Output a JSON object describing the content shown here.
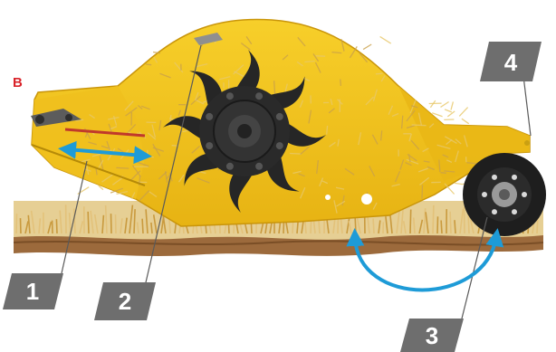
{
  "corner_label": "B",
  "callouts": [
    {
      "id": "1",
      "label": "1"
    },
    {
      "id": "2",
      "label": "2"
    },
    {
      "id": "3",
      "label": "3"
    },
    {
      "id": "4",
      "label": "4"
    }
  ],
  "colors": {
    "body_yellow": "#f2c21a",
    "body_shadow": "#d4a10a",
    "rotor_dark": "#2a2a2a",
    "wheel_dark": "#1e1e1e",
    "arrow_blue": "#1e9bd7",
    "callout_gray": "#6e6e6e",
    "corner_red": "#d9232a",
    "soil_brown": "#9c6a3c",
    "straw": "#d8b25a"
  },
  "icons": {
    "rotor": "rotor-icon",
    "depth_wheel": "depth-wheel-icon",
    "adjust_arrow": "double-arrow-icon",
    "rotation_arrow": "curved-double-arrow-icon"
  }
}
